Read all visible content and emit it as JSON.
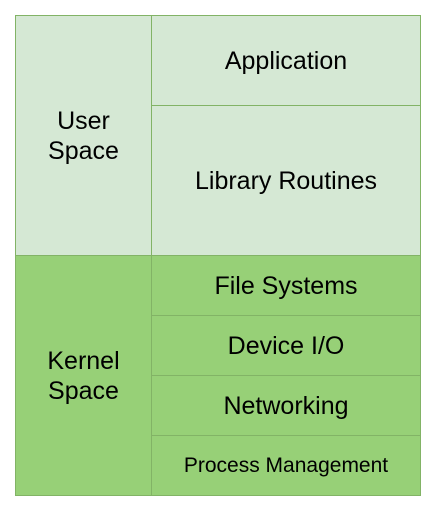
{
  "user_space": {
    "label": "User\nSpace",
    "layers": [
      "Application",
      "Library Routines"
    ]
  },
  "kernel_space": {
    "label": "Kernel\nSpace",
    "layers": [
      "File Systems",
      "Device I/O",
      "Networking",
      "Process Management"
    ]
  },
  "colors": {
    "user_fill": "#d5e8d4",
    "kernel_fill": "#97d077",
    "border": "#82b366"
  }
}
